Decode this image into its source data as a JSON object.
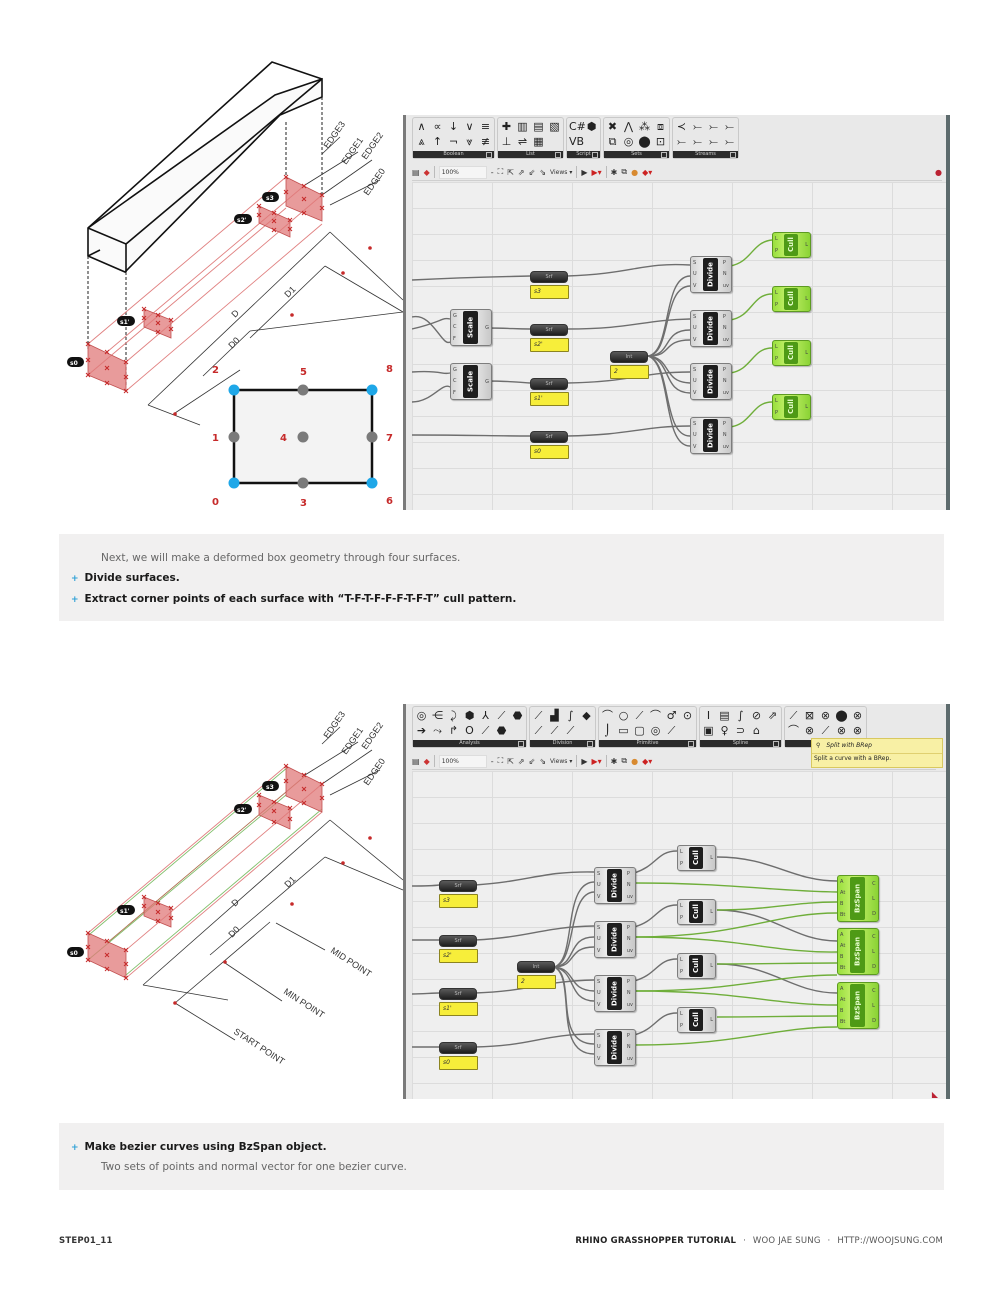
{
  "section1": {
    "diagram": {
      "edge_labels": [
        "EDGE3",
        "EDGE1",
        "EDGE2",
        "EDGE0"
      ],
      "surface_tags": [
        "s3",
        "s2'",
        "s1'",
        "s0"
      ],
      "dimension_labels": [
        "D",
        "D1",
        "D0"
      ],
      "grid_point_labels": [
        "0",
        "1",
        "2",
        "3",
        "4",
        "5",
        "6",
        "7",
        "8"
      ],
      "corner_point_color": "#1ea7e8",
      "inner_point_color": "#7a7a7a",
      "surface_color": "#e07a7a"
    },
    "grasshopper": {
      "ribbon_groups": [
        {
          "label": "Boolean",
          "icons": [
            "∧",
            "⩓",
            "∝",
            "↑",
            "↓",
            "¬",
            "∨",
            "⩔",
            "≡",
            "≢"
          ]
        },
        {
          "label": "List",
          "icons": [
            "✚",
            "⊥",
            "▥",
            "⇌",
            "▤",
            "▦",
            "▧"
          ]
        },
        {
          "label": "Script",
          "icons": [
            "C#",
            "VB",
            "⬢"
          ]
        },
        {
          "label": "Sets",
          "icons": [
            "✖",
            "⧉",
            "⋀",
            "◎",
            "⁂",
            "⬤",
            "⧈",
            "⊡"
          ]
        },
        {
          "label": "Streams",
          "icons": [
            "≺",
            "⤚",
            "⤚",
            "⤚",
            "⤚",
            "⤚",
            "⤚",
            "⤚"
          ]
        }
      ],
      "toolbar": {
        "zoom_value": "100%",
        "views_label": "Views"
      },
      "params": [
        {
          "label": "Srf",
          "panel": "s3"
        },
        {
          "label": "Srf",
          "panel": "s2'"
        },
        {
          "label": "Srf",
          "panel": "s1'"
        },
        {
          "label": "Srf",
          "panel": "s0"
        }
      ],
      "count_param": {
        "label": "Int",
        "panel": "2"
      },
      "scale_components": [
        {
          "name": "Scale",
          "inputs": [
            "G",
            "C",
            "F"
          ],
          "outputs": [
            "G"
          ]
        },
        {
          "name": "Scale",
          "inputs": [
            "G",
            "C",
            "F"
          ],
          "outputs": [
            "G"
          ]
        }
      ],
      "divide_components": [
        {
          "name": "Divide",
          "inputs": [
            "S",
            "U",
            "V"
          ],
          "outputs": [
            "P",
            "N",
            "uv"
          ]
        },
        {
          "name": "Divide",
          "inputs": [
            "S",
            "U",
            "V"
          ],
          "outputs": [
            "P",
            "N",
            "uv"
          ]
        },
        {
          "name": "Divide",
          "inputs": [
            "S",
            "U",
            "V"
          ],
          "outputs": [
            "P",
            "N",
            "uv"
          ]
        },
        {
          "name": "Divide",
          "inputs": [
            "S",
            "U",
            "V"
          ],
          "outputs": [
            "P",
            "N",
            "uv"
          ]
        }
      ],
      "cull_components": [
        {
          "name": "Cull",
          "inputs": [
            "L",
            "P"
          ],
          "outputs": [
            "L"
          ]
        },
        {
          "name": "Cull",
          "inputs": [
            "L",
            "P"
          ],
          "outputs": [
            "L"
          ]
        },
        {
          "name": "Cull",
          "inputs": [
            "L",
            "P"
          ],
          "outputs": [
            "L"
          ]
        },
        {
          "name": "Cull",
          "inputs": [
            "L",
            "P"
          ],
          "outputs": [
            "L"
          ]
        }
      ]
    },
    "caption": {
      "intro": "Next, we will make a deformed box geometry through four surfaces.",
      "bullets": [
        "Divide surfaces.",
        "Extract corner points of each surface with “T-F-T-F-F-F-T-F-T” cull pattern."
      ]
    }
  },
  "section2": {
    "diagram": {
      "edge_labels": [
        "EDGE3",
        "EDGE1",
        "EDGE2",
        "EDGE0"
      ],
      "surface_tags": [
        "s3",
        "s2'",
        "s1'",
        "s0"
      ],
      "dimension_labels": [
        "D",
        "D1",
        "D0"
      ],
      "point_labels": [
        "MID POINT",
        "MIN POINT",
        "START POINT"
      ]
    },
    "grasshopper": {
      "ribbon_groups": [
        {
          "label": "Analysis",
          "icons": [
            "◎",
            "➔",
            "⋲",
            "⤳",
            "⤸",
            "↱",
            "⬢",
            "Ο",
            "⅄",
            "⟋",
            "⟋",
            "⬣",
            "⬣"
          ]
        },
        {
          "label": "Division",
          "icons": [
            "⟋",
            "⟋",
            "▟",
            "⟋",
            "∫",
            "⟋",
            "◆"
          ]
        },
        {
          "label": "Primitive",
          "icons": [
            "⌒",
            "⌡",
            "○",
            "▭",
            "⟋",
            "▢",
            "⌒",
            "◎",
            "♂",
            "⟋",
            "⊙"
          ]
        },
        {
          "label": "Spline",
          "icons": [
            "Ι",
            "▣",
            "▤",
            "♀",
            "∫",
            "⊃",
            "⊘",
            "⌂",
            "⇗"
          ]
        },
        {
          "label": "Util",
          "icons": [
            "⟋",
            "⌒",
            "⊠",
            "⊗",
            "⊗",
            "⟋",
            "⬤",
            "⊗",
            "⊗",
            "⊗"
          ]
        }
      ],
      "toolbar": {
        "zoom_value": "100%",
        "views_label": "Views"
      },
      "tooltip": {
        "title": "Split with BRep",
        "description": "Split a curve with a BRep."
      },
      "params": [
        {
          "label": "Srf",
          "panel": "s3"
        },
        {
          "label": "Srf",
          "panel": "s2'"
        },
        {
          "label": "Srf",
          "panel": "s1'"
        },
        {
          "label": "Srf",
          "panel": "s0"
        }
      ],
      "count_param": {
        "label": "Int",
        "panel": "2"
      },
      "divide_components": [
        {
          "name": "Divide",
          "inputs": [
            "S",
            "U",
            "V"
          ],
          "outputs": [
            "P",
            "N",
            "uv"
          ]
        },
        {
          "name": "Divide",
          "inputs": [
            "S",
            "U",
            "V"
          ],
          "outputs": [
            "P",
            "N",
            "uv"
          ]
        },
        {
          "name": "Divide",
          "inputs": [
            "S",
            "U",
            "V"
          ],
          "outputs": [
            "P",
            "N",
            "uv"
          ]
        },
        {
          "name": "Divide",
          "inputs": [
            "S",
            "U",
            "V"
          ],
          "outputs": [
            "P",
            "N",
            "uv"
          ]
        }
      ],
      "cull_components": [
        {
          "name": "Cull",
          "inputs": [
            "L",
            "P"
          ],
          "outputs": [
            "L"
          ]
        },
        {
          "name": "Cull",
          "inputs": [
            "L",
            "P"
          ],
          "outputs": [
            "L"
          ]
        },
        {
          "name": "Cull",
          "inputs": [
            "L",
            "P"
          ],
          "outputs": [
            "L"
          ]
        },
        {
          "name": "Cull",
          "inputs": [
            "L",
            "P"
          ],
          "outputs": [
            "L"
          ]
        }
      ],
      "bzspan_components": [
        {
          "name": "BzSpan",
          "inputs": [
            "A",
            "At",
            "B",
            "Bt"
          ],
          "outputs": [
            "C",
            "L",
            "D"
          ]
        },
        {
          "name": "BzSpan",
          "inputs": [
            "A",
            "At",
            "B",
            "Bt"
          ],
          "outputs": [
            "C",
            "L",
            "D"
          ]
        },
        {
          "name": "BzSpan",
          "inputs": [
            "A",
            "At",
            "B",
            "Bt"
          ],
          "outputs": [
            "C",
            "L",
            "D"
          ]
        }
      ]
    },
    "caption": {
      "bullets": [
        "Make bezier curves using BzSpan object."
      ],
      "detail": "Two sets of points and normal vector for one bezier curve."
    }
  },
  "footer": {
    "step": "STEP01_11",
    "title": "RHINO GRASSHOPPER TUTORIAL",
    "author": "WOO JAE SUNG",
    "url": "HTTP://WOOJSUNG.COM",
    "separator": "·"
  }
}
